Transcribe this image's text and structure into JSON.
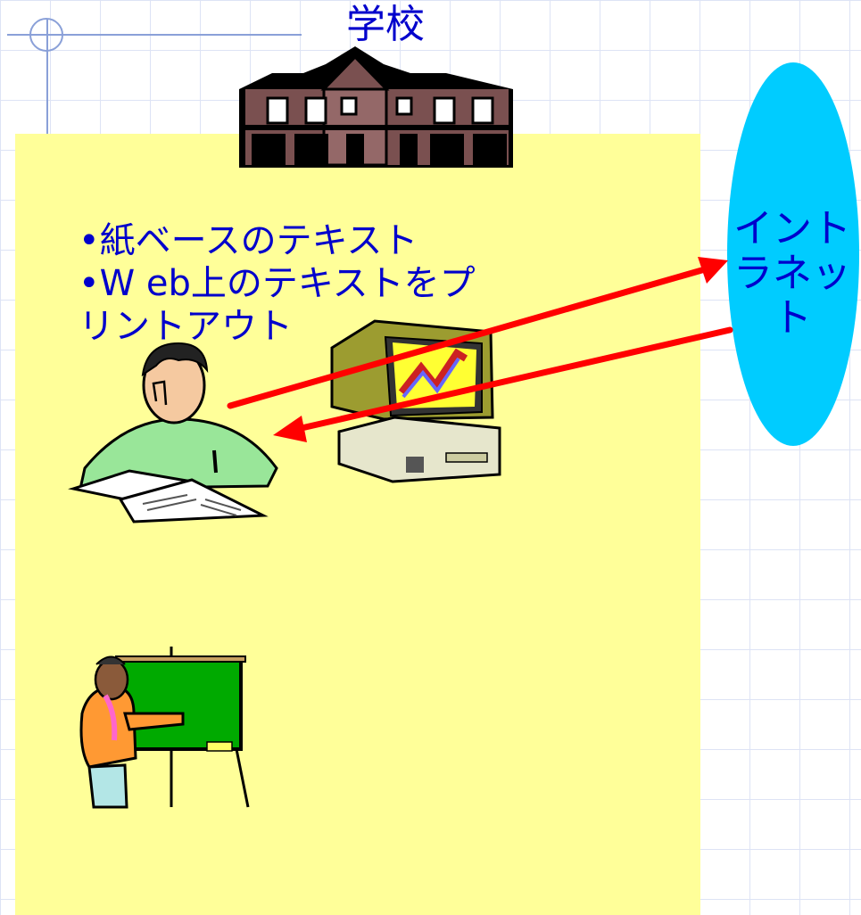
{
  "school": {
    "label": "学校"
  },
  "intranet": {
    "label": "イント\nラネッ\nト"
  },
  "bullets": {
    "line1": "•紙ベースのテキスト",
    "line2": "•W eb上のテキストをプ",
    "line3": "リントアウト"
  },
  "colors": {
    "school_area": "#ffff99",
    "intranet": "#00ccff",
    "text": "#0000cc",
    "arrow": "#ff0000"
  }
}
